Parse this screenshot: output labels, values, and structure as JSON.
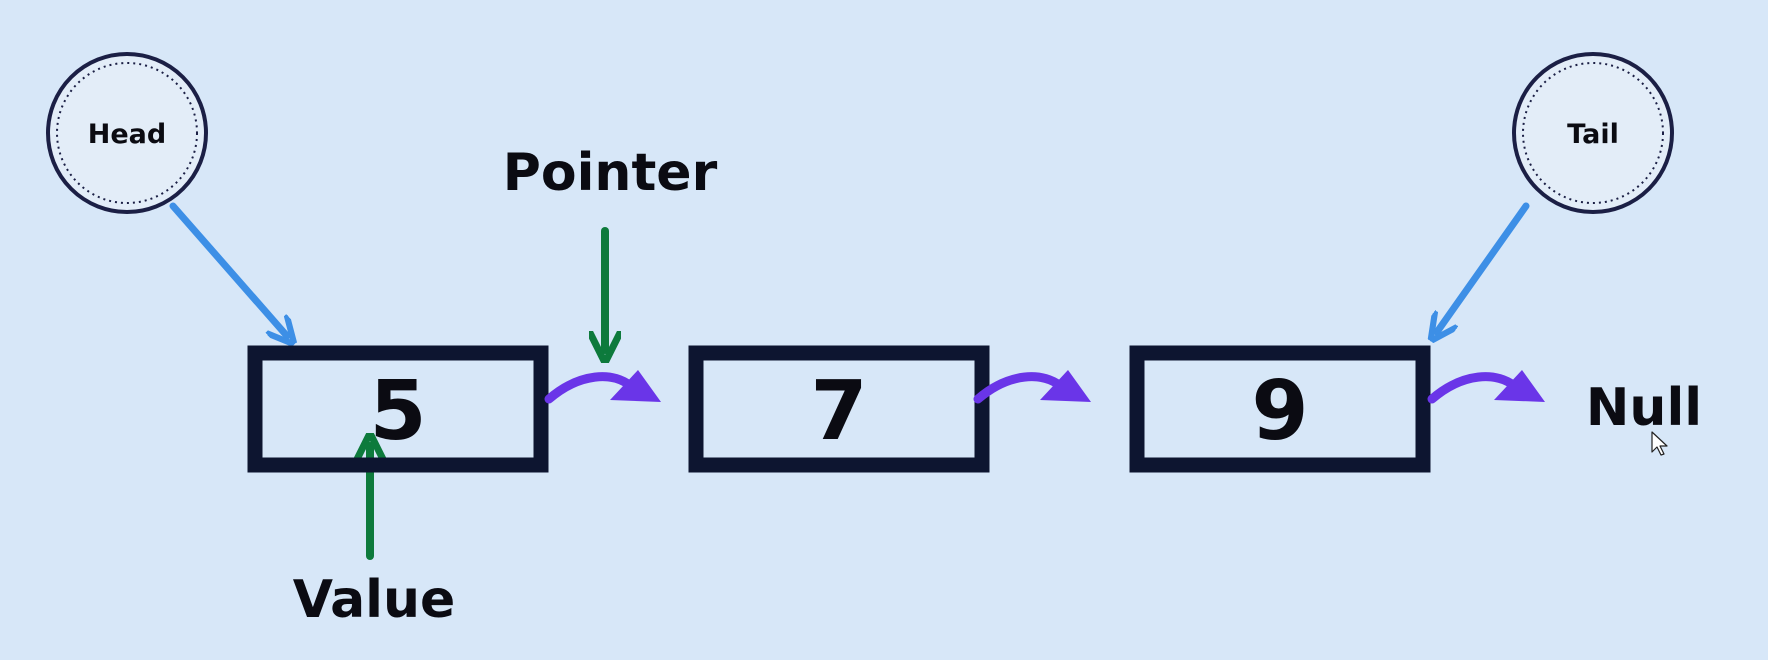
{
  "diagram": {
    "head_label": "Head",
    "tail_label": "Tail",
    "pointer_label": "Pointer",
    "value_label": "Value",
    "null_label": "Null",
    "nodes": [
      {
        "value": "5"
      },
      {
        "value": "7"
      },
      {
        "value": "9"
      }
    ]
  },
  "colors": {
    "background": "#d7e7f8",
    "node_border": "#0d1530",
    "circle_border": "#1b1f45",
    "blue_arrow": "#3d8fe6",
    "green_arrow": "#0d7a3c",
    "purple_arrow": "#6a35e8",
    "text": "#0b0b12"
  }
}
